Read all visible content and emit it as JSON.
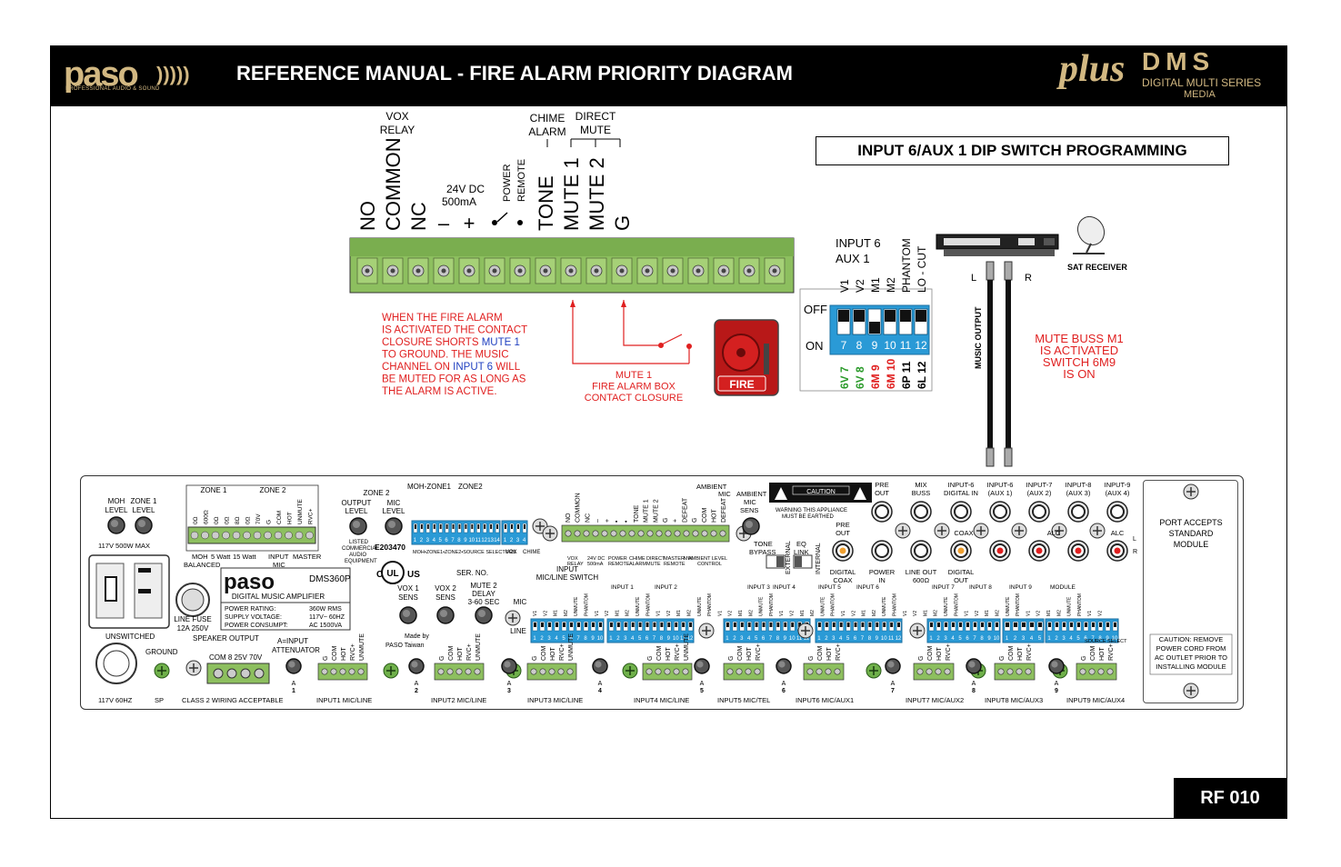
{
  "header": {
    "logo_word": "paso",
    "logo_sub": "PROFESSIONAL AUDIO & SOUND",
    "title": "REFERENCE MANUAL - FIRE ALARM PRIORITY DIAGRAM",
    "plus": "plus",
    "dms": "DMS",
    "dms_sub": "DIGITAL MULTI SERIES",
    "dms_media": "MEDIA"
  },
  "dip_title": "INPUT 6/AUX 1 DIP SWITCH PROGRAMMING",
  "page_code": "RF 010",
  "terminal": {
    "vox_relay": "VOX RELAY",
    "chime_alarm": "CHIME ALARM",
    "direct_mute": "DIRECT MUTE",
    "power_remote": "POWER REMOTE",
    "dc": "24V DC",
    "ma": "500mA",
    "labels": [
      "NO",
      "COMMON",
      "NC",
      "–",
      "+",
      "•",
      "•",
      "TONE",
      "MUTE 1",
      "MUTE 2",
      "G"
    ]
  },
  "note_lines": [
    "WHEN THE FIRE ALARM",
    "IS ACTIVATED THE CONTACT",
    "CLOSURE SHORTS MUTE 1",
    "TO GROUND. THE MUSIC",
    "CHANNEL ON INPUT 6 WILL",
    "BE MUTED FOR AS LONG AS",
    "THE ALARM IS ACTIVE."
  ],
  "closure_lines": [
    "MUTE 1",
    "FIRE ALARM BOX",
    "CONTACT CLOSURE"
  ],
  "fire_label": "FIRE",
  "dip": {
    "input_label": "INPUT 6",
    "aux_label": "AUX 1",
    "columns": [
      "V1",
      "V2",
      "M1",
      "M2",
      "PHANTOM",
      "LO - CUT"
    ],
    "off": "OFF",
    "on": "ON",
    "numbers": [
      "7",
      "8",
      "9",
      "10",
      "11",
      "12"
    ],
    "settings": [
      "6V 7",
      "6V 8",
      "6M 9",
      "6M 10",
      "6P 11",
      "6L 12"
    ],
    "on_state": [
      0,
      0,
      1,
      0,
      0,
      0
    ]
  },
  "mute_note": [
    "MUTE BUSS M1",
    "IS ACTIVATED",
    "SWITCH 6M9",
    "IS ON"
  ],
  "sat": {
    "label": "SAT RECEIVER",
    "l": "L",
    "r": "R",
    "music_output": "MUSIC OUTPUT"
  },
  "amp": {
    "moh_level": "MOH LEVEL",
    "zone1_level": "ZONE 1 LEVEL",
    "power_max": "117V 500W MAX",
    "zone1": "ZONE 1",
    "zone2": "ZONE 2",
    "zone2_output": "ZONE 2 OUTPUT LEVEL",
    "mic_level": "MIC LEVEL",
    "listed": "LISTED COMMERCIAL AUDIO EQUIPMENT",
    "e_num": "E203470",
    "moh_zone1": "MOH-ZONE1",
    "zone2b": "ZONE2",
    "moh_balanced": "MOH BALANCED",
    "five_watt": "5 Watt",
    "fifteen_watt": "15 Watt",
    "input_mic": "INPUT MIC",
    "master": "MASTER",
    "model": "DMS360P",
    "model_desc": "DIGITAL MUSIC AMPLIFIER",
    "spec_keys": [
      "POWER RATING:",
      "SUPPLY VOLTAGE:",
      "POWER CONSUMPT:"
    ],
    "spec_vals": [
      "360W RMS",
      "117V~ 60HZ",
      "AC 1500VA"
    ],
    "line_fuse": "LINE FUSE",
    "fuse_rating": "12A 250V",
    "unswitched": "UNSWITCHED",
    "ground": "GROUND",
    "speaker_output": "SPEAKER OUTPUT",
    "speaker_taps": "COM 8 25V 70V",
    "attenuator": "A=INPUT ATTENUATOR",
    "vox1": "VOX 1 SENS",
    "vox2": "VOX 2 SENS",
    "mute2": "MUTE 2 DELAY 3-60 SEC",
    "mic": "MIC",
    "line": "LINE",
    "ser_no": "SER. NO.",
    "input_switch": "INPUT MIC/LINE SWITCH",
    "made_by": "Made by PASO Taiwan",
    "ambient_mic": "AMBIENT MIC",
    "ambient_sens": "AMBIENT MIC SENS",
    "tone_bypass": "TONE BYPASS",
    "eq_link": "EQ LINK",
    "external": "EXTERNAL",
    "internal": "INTERNAL",
    "caution": "CAUTION",
    "warning": "WARNING THIS APPLIANCE MUST BE EARTHED",
    "pre_out": "PRE OUT",
    "mix_buss": "MIX BUSS",
    "input6_digital": "INPUT-6 DIGITAL IN",
    "input6_aux1": "INPUT-6 (AUX 1)",
    "input7_aux2": "INPUT-7 (AUX 2)",
    "input8_aux3": "INPUT-8 (AUX 3)",
    "input9_aux4": "INPUT-9 (AUX 4)",
    "coax": "COAX",
    "alc": "ALC",
    "digital_coax": "DIGITAL COAX",
    "power_in": "POWER IN",
    "line_out": "LINE OUT 600Ω",
    "digital_out": "DIGITAL OUT",
    "pre_out2": "PRE OUT",
    "port_accepts": [
      "PORT ACCEPTS",
      "STANDARD",
      "MODULE"
    ],
    "caution_remove": [
      "CAUTION: REMOVE",
      "POWER CORD FROM",
      "AC OUTLET PRIOR TO",
      "INSTALLING MODULE"
    ],
    "source_select": "SOURCE SELECT",
    "bottom_labels": [
      "117V 60HZ",
      "SP",
      "CLASS 2 WIRING ACCEPTABLE",
      "INPUT1 MIC/LINE",
      "INPUT2 MIC/LINE",
      "INPUT3 MIC/LINE",
      "INPUT4 MIC/LINE",
      "INPUT5 MIC/TEL",
      "INPUT6 MIC/AUX1",
      "INPUT7 MIC/AUX2",
      "INPUT8 MIC/AUX3",
      "INPUT9 MIC/AUX4"
    ],
    "input_nums": [
      "1",
      "2",
      "3",
      "4",
      "5",
      "6",
      "7",
      "8",
      "9"
    ],
    "dip_groups": [
      "INPUT 1",
      "INPUT 2",
      "INPUT 3",
      "INPUT 4",
      "INPUT 5",
      "INPUT 6",
      "INPUT 7",
      "INPUT 8",
      "INPUT 9",
      "MODULE"
    ],
    "phoenix_pins": [
      "G",
      "COM",
      "HOT",
      "RVC+",
      "UNMUTE"
    ]
  }
}
